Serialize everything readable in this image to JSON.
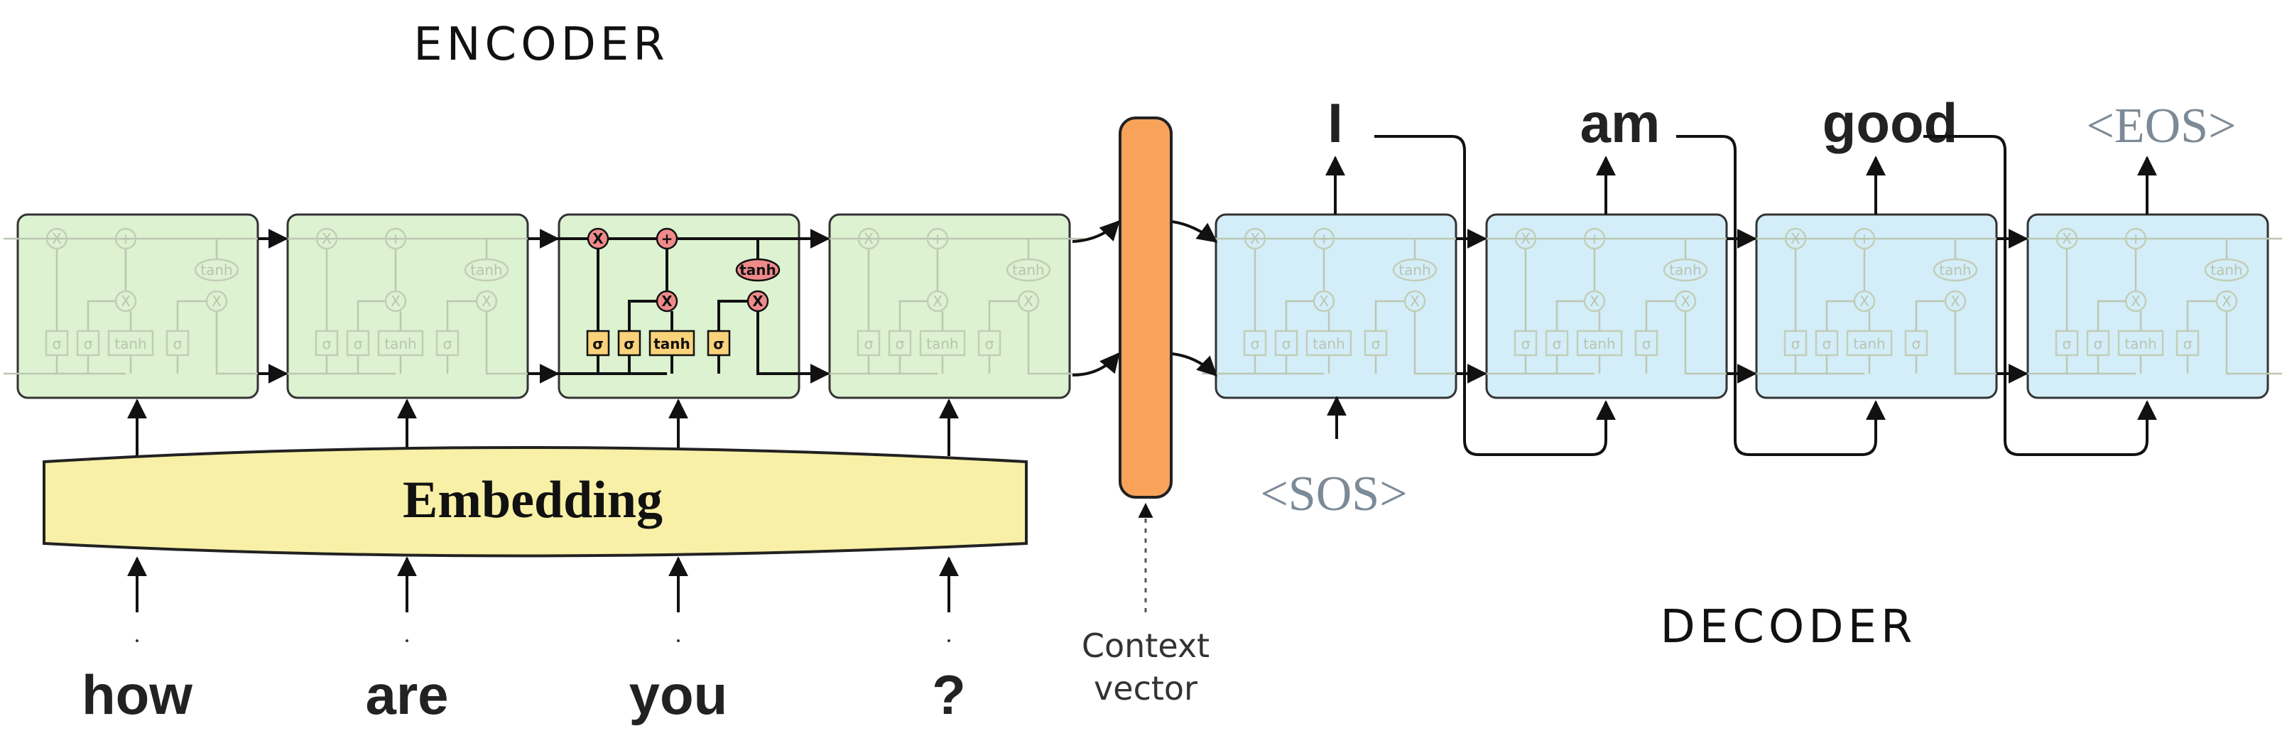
{
  "encoder": {
    "title": "ENCODER",
    "embedding_label": "Embedding",
    "inputs": [
      "how",
      "are",
      "you",
      "?"
    ],
    "cell_color": "#dcf2d0",
    "highlighted_cell": 3
  },
  "context": {
    "label_line1": "Context",
    "label_line2": "vector",
    "color": "#f9a35a"
  },
  "decoder": {
    "title": "DECODER",
    "start_token": "<SOS>",
    "outputs": [
      "I",
      "am",
      "good",
      "<EOS>"
    ],
    "cell_color": "#d3eef8"
  },
  "lstm_cell": {
    "gates": [
      "σ",
      "σ",
      "tanh",
      "σ"
    ],
    "ops": [
      "X",
      "+",
      "X",
      "X"
    ],
    "activation": "tanh"
  }
}
